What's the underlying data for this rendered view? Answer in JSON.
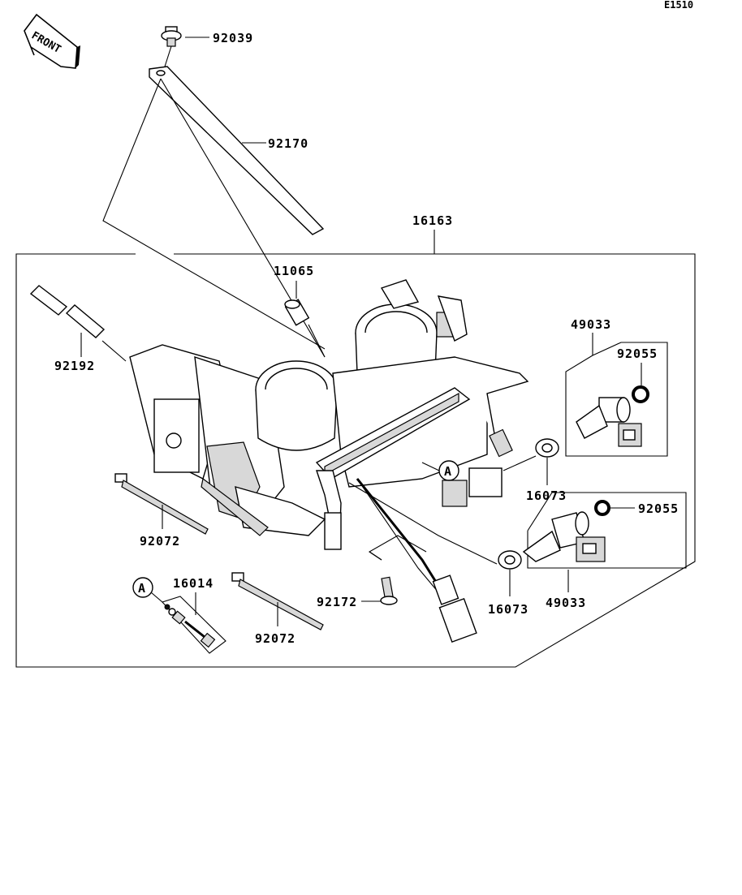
{
  "diagram_code": "E1510",
  "front_label": "FRONT",
  "callout_letter": "A",
  "parts": {
    "p92039": "92039",
    "p92170": "92170",
    "p16163": "16163",
    "p11065": "11065",
    "p92192": "92192",
    "p49033_top": "49033",
    "p92055_top": "92055",
    "p16073_top": "16073",
    "p92055_bottom": "92055",
    "p92072_left": "92072",
    "p16014": "16014",
    "p92072_right": "92072",
    "p92172": "92172",
    "p16073_bottom": "16073",
    "p49033_bottom": "49033"
  }
}
